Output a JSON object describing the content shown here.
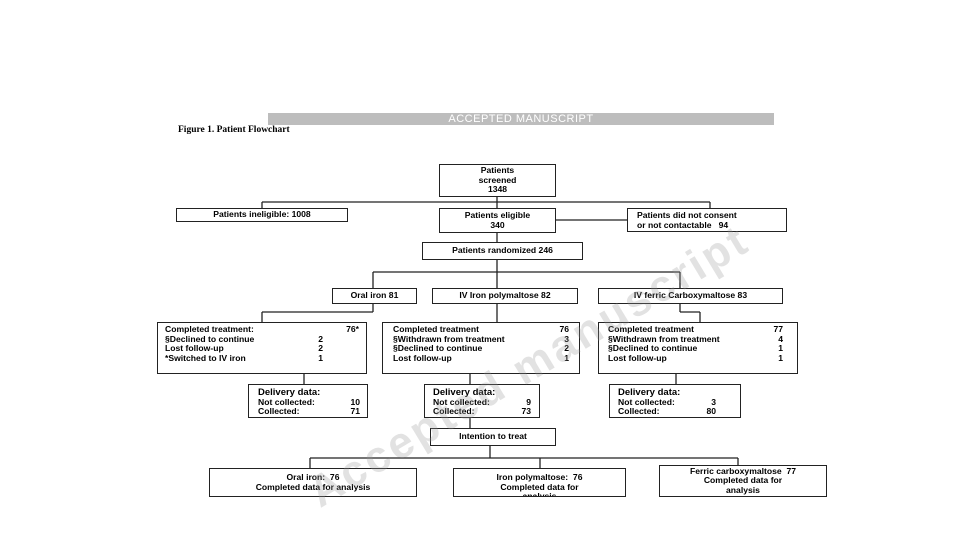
{
  "header": {
    "banner": "ACCEPTED MANUSCRIPT",
    "figure_title": "Figure 1. Patient Flowchart"
  },
  "watermark": "Accepted manuscript",
  "flow": {
    "screened": [
      "Patients",
      "screened",
      "1348"
    ],
    "ineligible": "Patients ineligible: 1008",
    "eligible": [
      "Patients eligible",
      "340"
    ],
    "no_consent": [
      "Patients did not consent",
      "or not contactable   94"
    ],
    "randomized": "Patients randomized 246",
    "arm_oral": "Oral iron 81",
    "arm_poly": "IV Iron polymaltose 82",
    "arm_fcm": "IV ferric Carboxymaltose 83",
    "oral_treatment": [
      [
        "Completed treatment:",
        "76*"
      ],
      [
        "§Declined to continue",
        "2"
      ],
      [
        "Lost follow-up",
        "2"
      ],
      [
        "*Switched to IV iron",
        "1"
      ]
    ],
    "poly_treatment": [
      [
        "Completed treatment",
        "76"
      ],
      [
        "§Withdrawn from treatment",
        "3"
      ],
      [
        "§Declined to continue",
        "2"
      ],
      [
        "Lost follow-up",
        "1"
      ]
    ],
    "fcm_treatment": [
      [
        "Completed treatment",
        "77"
      ],
      [
        "§Withdrawn from treatment",
        "4"
      ],
      [
        "§Declined to continue",
        "1"
      ],
      [
        "Lost follow-up",
        "1"
      ]
    ],
    "oral_delivery": {
      "title": "Delivery data:",
      "rows": [
        [
          "Not collected:",
          "10"
        ],
        [
          "Collected:",
          "71"
        ]
      ]
    },
    "poly_delivery": {
      "title": "Delivery data:",
      "rows": [
        [
          "Not collected:",
          "9"
        ],
        [
          "Collected:",
          "73"
        ]
      ]
    },
    "fcm_delivery": {
      "title": "Delivery data:",
      "rows": [
        [
          "Not collected:",
          "3"
        ],
        [
          "Collected:",
          "80"
        ]
      ]
    },
    "itt": "Intention to treat",
    "oral_analysis": [
      "Oral iron:  76",
      "Completed data for analysis"
    ],
    "poly_analysis": [
      "Iron polymaltose:  76",
      "Completed data for",
      "analysis"
    ],
    "fcm_analysis": [
      "Ferric carboxymaltose  77",
      "Completed data for",
      "analysis"
    ]
  }
}
